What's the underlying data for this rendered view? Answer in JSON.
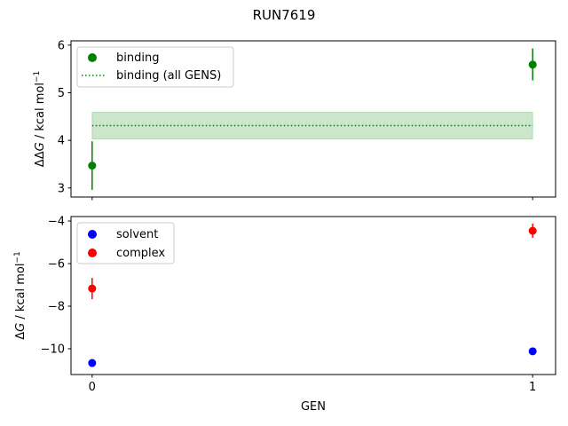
{
  "chart_data": [
    {
      "type": "scatter",
      "suptitle": "RUN7619",
      "ylabel": {
        "prefix": "ΔΔ",
        "var": "G",
        "unit": " / kcal mol",
        "exp": "−1"
      },
      "xlim": [
        -0.048,
        1.052
      ],
      "ylim": [
        2.81,
        6.09
      ],
      "yticks": [
        3,
        4,
        5,
        6
      ],
      "xticks": [
        0,
        1
      ],
      "grid": false,
      "legend_position": "upper left",
      "series": [
        {
          "name": "binding",
          "color": "#008000",
          "x": [
            0,
            1
          ],
          "y": [
            3.47,
            5.59
          ],
          "yerr_low": [
            2.96,
            5.26
          ],
          "yerr_high": [
            3.98,
            5.93
          ]
        }
      ],
      "mean_line": {
        "name": "binding (all GENS)",
        "color": "#008000",
        "y": 4.31,
        "band": [
          4.03,
          4.59
        ],
        "x_range": [
          0,
          1
        ]
      }
    },
    {
      "type": "scatter",
      "xlabel": "GEN",
      "ylabel": {
        "prefix": "Δ",
        "var": "G",
        "unit": " / kcal mol",
        "exp": "−1"
      },
      "xlim": [
        -0.048,
        1.052
      ],
      "ylim": [
        -11.21,
        -3.79
      ],
      "yticks": [
        -10,
        -8,
        -6,
        -4
      ],
      "ytick_labels": [
        "−10",
        "−8",
        "−6",
        "−4"
      ],
      "xticks": [
        0,
        1
      ],
      "grid": false,
      "legend_position": "upper left",
      "series": [
        {
          "name": "solvent",
          "color": "#0000ff",
          "x": [
            0,
            1
          ],
          "y": [
            -10.67,
            -10.12
          ],
          "yerr_low": [
            -10.67,
            -10.12
          ],
          "yerr_high": [
            -10.67,
            -10.12
          ]
        },
        {
          "name": "complex",
          "color": "#ff0000",
          "x": [
            0,
            1
          ],
          "y": [
            -7.17,
            -4.46
          ],
          "yerr_low": [
            -7.67,
            -4.79
          ],
          "yerr_high": [
            -6.67,
            -4.12
          ]
        }
      ]
    }
  ]
}
